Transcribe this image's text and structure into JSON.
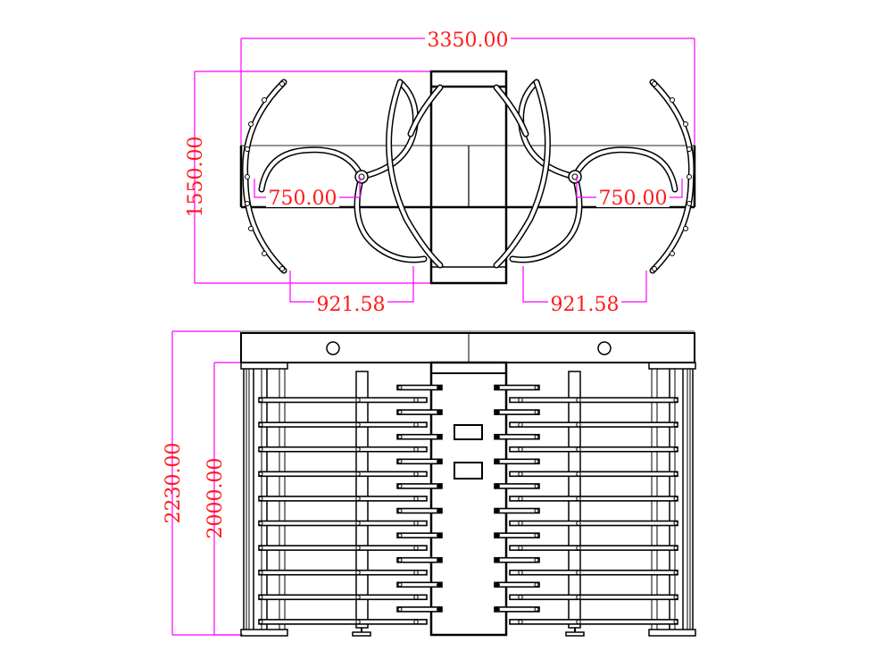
{
  "drawing": {
    "top_view": {
      "overall_width": "3350.00",
      "overall_depth": "1550.00",
      "left_arm_radius": "750.00",
      "right_arm_radius": "750.00",
      "left_passage": "921.58",
      "right_passage": "921.58"
    },
    "front_view": {
      "total_height": "2230.00",
      "passage_height": "2000.00",
      "bar_rows": 10
    },
    "colors": {
      "dimension_line": "#ff00ff",
      "dimension_text": "#ff1a1a",
      "outline": "#000000"
    }
  }
}
